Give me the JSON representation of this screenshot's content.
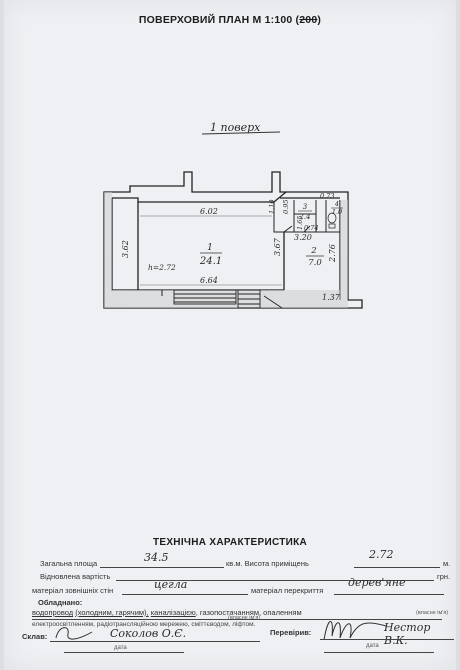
{
  "header": {
    "title_prefix": "ПОВЕРХОВИЙ ПЛАН М 1:100 (",
    "title_struck": "200",
    "title_suffix": ")"
  },
  "plan": {
    "floor_label": "1 поверх",
    "dims": {
      "top_main": "6.02",
      "bottom_main": "6.64",
      "left_height": "3.62",
      "center_height": "3.67",
      "right_height": "2.76",
      "room2_width": "3.20",
      "bottom_right": "1.37",
      "corridor_width": "0.95",
      "small_dim": "1.10",
      "wc_width": "0.73",
      "room3_dim": "0.74",
      "hall_dim": "1.65",
      "ceiling_height": "h=2.72"
    },
    "rooms": [
      {
        "number": "1",
        "area": "24.1"
      },
      {
        "number": "2",
        "area": "7.0"
      },
      {
        "number": "3",
        "area": "2.4"
      },
      {
        "number": "4",
        "area": "1.0"
      }
    ]
  },
  "tech": {
    "title": "ТЕХНІЧНА ХАРАКТЕРИСТИКА",
    "total_area_label": "Загальна площа",
    "total_area_value": "34.5",
    "height_label": "кв.м. Висота приміщень",
    "height_value": "2.72",
    "height_unit": "м.",
    "restored_label": "Відновлена вартість",
    "currency": "грн.",
    "wall_material_label": "матеріал зовнішніх стін",
    "wall_material_value": "цегла",
    "ceiling_label": "матеріал перекриття",
    "ceiling_value": "дерев'яне",
    "equipped_label": "Обладнано:",
    "equipment_line1_part1": "водопровод",
    "equipment_line1_part2": "(холодним, гарячим),",
    "equipment_line1_part3": "каналізацією",
    "equipment_line1_part4": ", газопостачанням, опаленням",
    "equipment_line2": "електроосвітленням, радіотрансляційною мережею, сміттєводом, ліфтом.",
    "compiled_label": "Склав:",
    "compiled_name": "Соколов О.Є.",
    "compiled_sign_note": "(власне ім'я)",
    "checked_label": "Перевірив:",
    "checked_name": "Нестор В.К.",
    "checked_sign_note": "(власне ім'я)",
    "date_label": "дата"
  }
}
